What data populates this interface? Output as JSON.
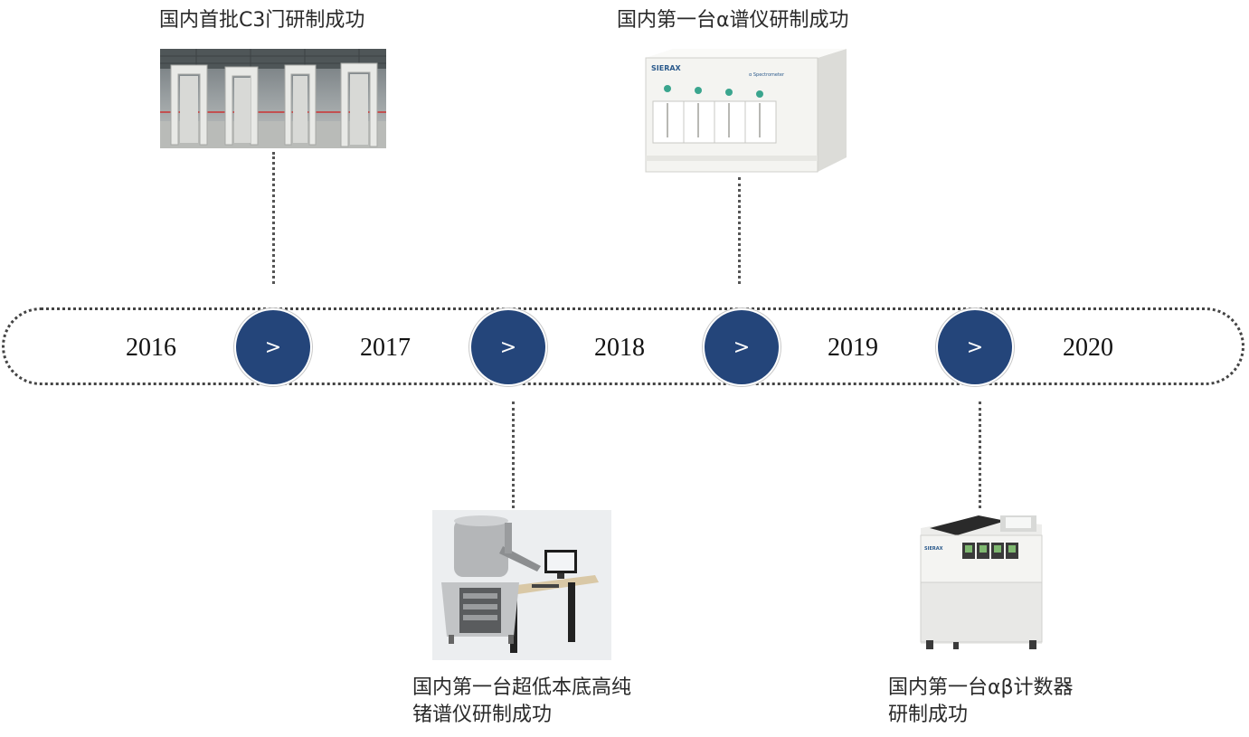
{
  "timeline": {
    "years": [
      "2016",
      "2017",
      "2018",
      "2019",
      "2020"
    ],
    "arrow_symbol": ">",
    "accent_color": "#24457a"
  },
  "milestones": {
    "c3_gate": {
      "lines": [
        "国内首批C3门研制成功"
      ]
    },
    "alpha_spectrometer": {
      "lines": [
        "国内第一台α谱仪研制成功"
      ]
    },
    "hpge_spectrometer": {
      "lines": [
        "国内第一台超低本底高纯",
        "锗谱仪研制成功"
      ]
    },
    "alpha_beta_counter": {
      "lines": [
        "国内第一台αβ计数器",
        "研制成功"
      ]
    }
  }
}
